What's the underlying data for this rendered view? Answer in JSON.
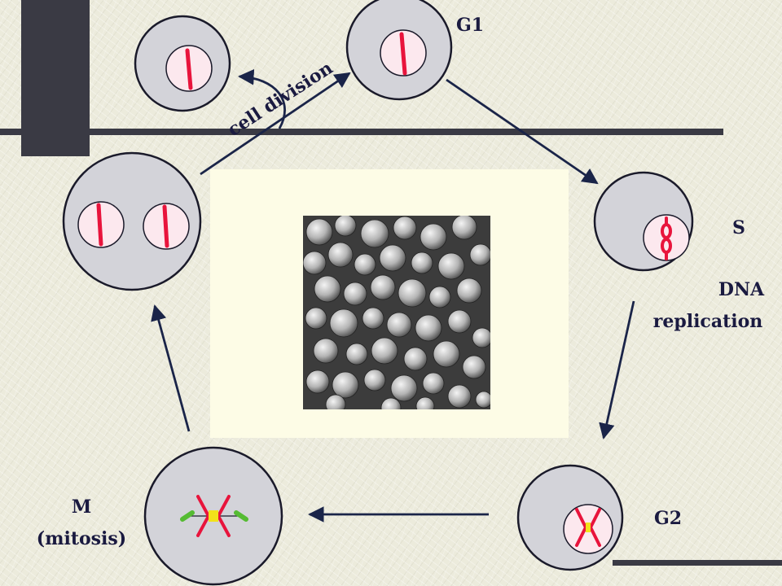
{
  "labels": {
    "g1": "G1",
    "s": "S",
    "dna": "DNA",
    "replication": "replication",
    "g2": "G2",
    "m": "M",
    "mitosis": "(mitosis)",
    "cell_division": "cell division"
  },
  "colors": {
    "background": "#ecebdc",
    "cell_fill": "#d3d3d9",
    "nucleus_fill": "#fce8ee",
    "chromosome": "#e8143c",
    "arrow": "#1a2448",
    "deco_bar": "#3a3a44",
    "photo_panel": "#fdfce6",
    "centromere": "#f2e21a",
    "spindle_pole": "#55bb33"
  },
  "image": {
    "subject": "yeast cells micrograph"
  }
}
